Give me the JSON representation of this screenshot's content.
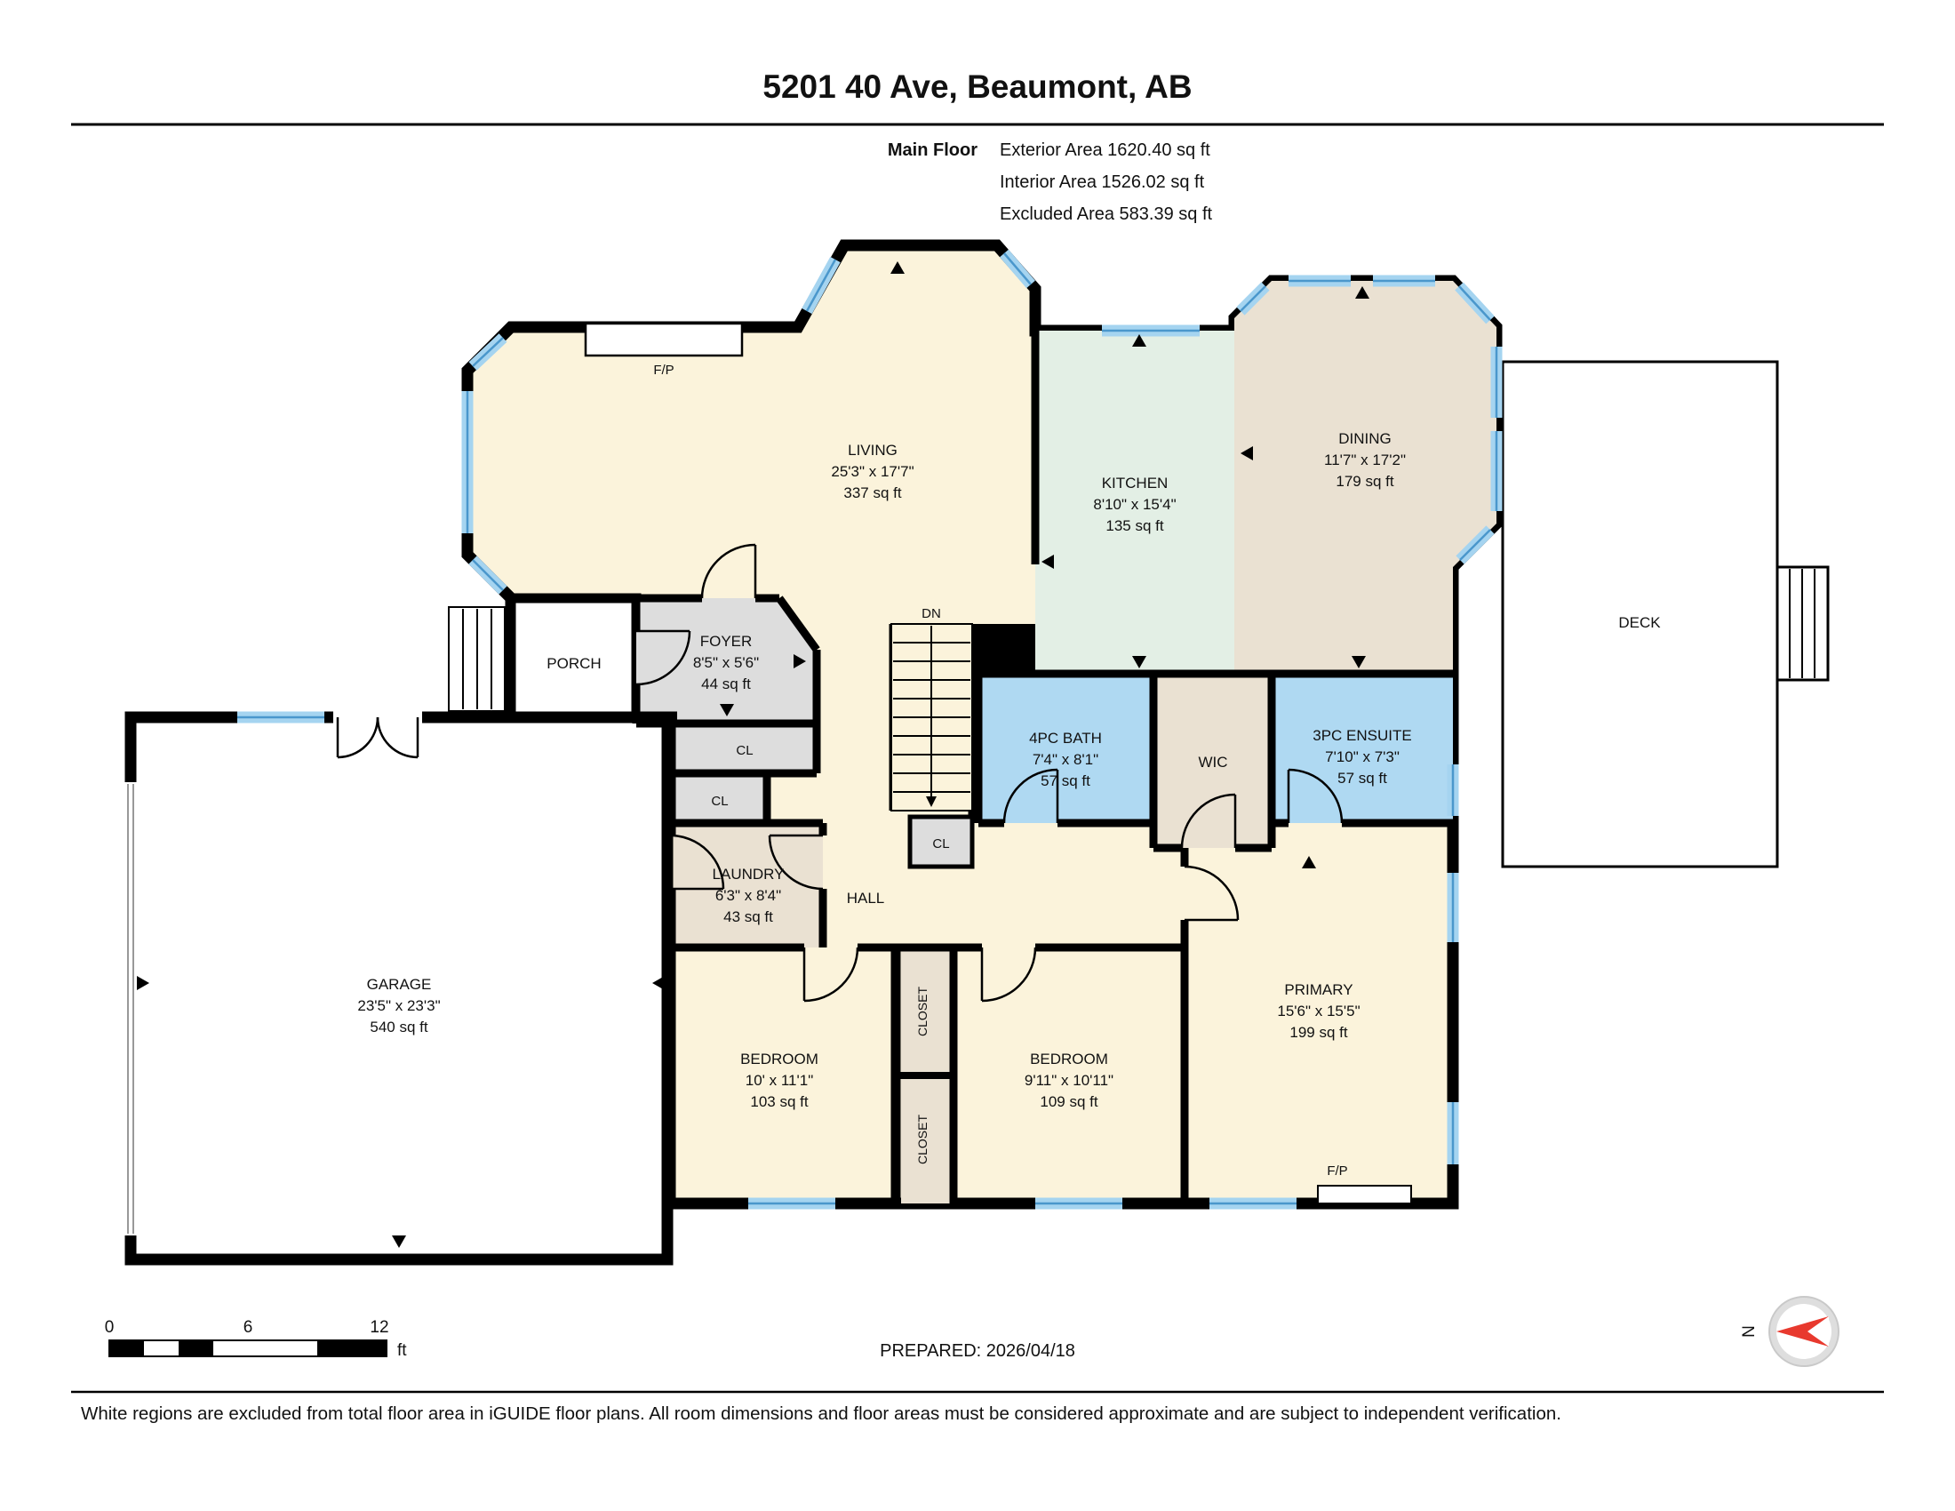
{
  "header": {
    "title": "5201 40 Ave, Beaumont, AB",
    "floor_label": "Main Floor",
    "exterior_area": "Exterior Area 1620.40 sq ft",
    "interior_area": "Interior Area 1526.02 sq ft",
    "excluded_area": "Excluded Area 583.39 sq ft"
  },
  "rooms": {
    "living": {
      "name": "LIVING",
      "dims": "25'3\" x 17'7\"",
      "area": "337 sq ft"
    },
    "kitchen": {
      "name": "KITCHEN",
      "dims": "8'10\" x 15'4\"",
      "area": "135 sq ft"
    },
    "dining": {
      "name": "DINING",
      "dims": "11'7\" x 17'2\"",
      "area": "179 sq ft"
    },
    "foyer": {
      "name": "FOYER",
      "dims": "8'5\" x 5'6\"",
      "area": "44 sq ft"
    },
    "laundry": {
      "name": "LAUNDRY",
      "dims": "6'3\" x 8'4\"",
      "area": "43 sq ft"
    },
    "bath": {
      "name": "4PC BATH",
      "dims": "7'4\" x 8'1\"",
      "area": "57 sq ft"
    },
    "ensuite": {
      "name": "3PC ENSUITE",
      "dims": "7'10\" x 7'3\"",
      "area": "57 sq ft"
    },
    "garage": {
      "name": "GARAGE",
      "dims": "23'5\" x 23'3\"",
      "area": "540 sq ft"
    },
    "bedroom1": {
      "name": "BEDROOM",
      "dims": "10' x 11'1\"",
      "area": "103 sq ft"
    },
    "bedroom2": {
      "name": "BEDROOM",
      "dims": "9'11\" x 10'11\"",
      "area": "109 sq ft"
    },
    "primary": {
      "name": "PRIMARY",
      "dims": "15'6\" x 15'5\"",
      "area": "199 sq ft"
    }
  },
  "labels": {
    "deck": "DECK",
    "porch": "PORCH",
    "wic": "WIC",
    "hall": "HALL",
    "dn": "DN",
    "cl": "CL",
    "closet": "CLOSET",
    "fireplace": "F/P"
  },
  "footer": {
    "prepared": "PREPARED: 2026/04/18",
    "disclaimer": "White regions are excluded from total floor area in iGUIDE floor plans. All room dimensions and floor areas must be considered approximate and are subject to independent verification.",
    "scale_zero": "0",
    "scale_six": "6",
    "scale_twelve": "12",
    "scale_unit": "ft",
    "compass_north": "N"
  },
  "colors": {
    "floor_cream": "#FBF3DB",
    "kitchen_green": "#E3EFE5",
    "tan": "#EAE1D2",
    "gray": "#DDDDDD",
    "bath_blue": "#AFD9F2",
    "window_blue": "#A5D4F0",
    "window_line": "#4A97CC",
    "wall": "#000000",
    "compass_red": "#E8392E"
  }
}
